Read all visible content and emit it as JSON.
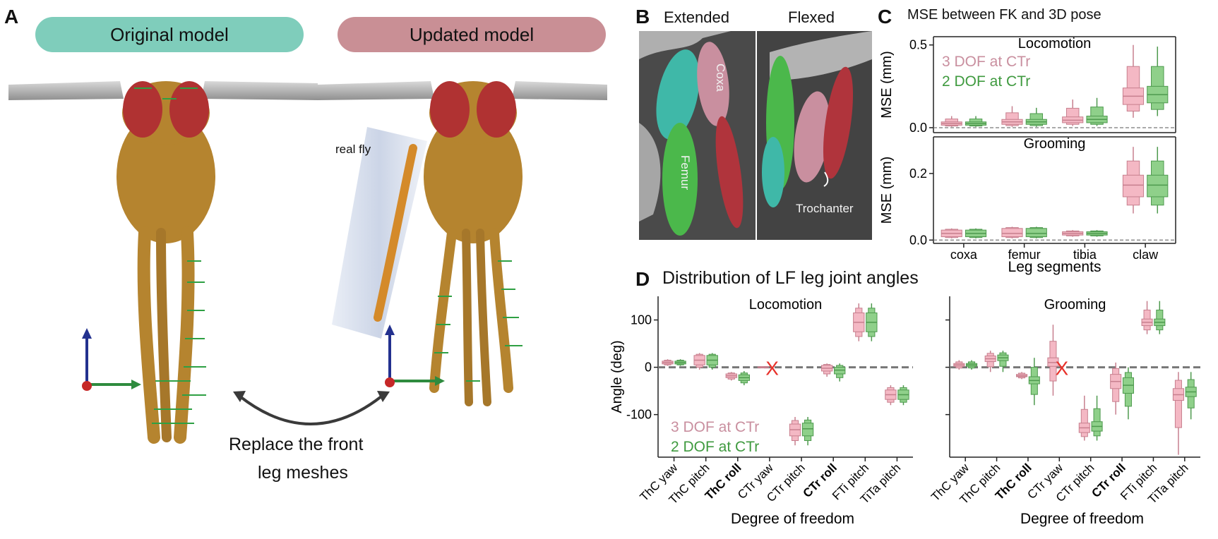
{
  "panels": {
    "a": "A",
    "b": "B",
    "c": "C",
    "d": "D"
  },
  "panel_a": {
    "original_label": "Original model",
    "updated_label": "Updated model",
    "real_fly_label": "real fly",
    "replace_caption_line1": "Replace the front",
    "replace_caption_line2": "leg meshes",
    "colors": {
      "original_pill": "#7fcdbb",
      "updated_pill": "#c98f95",
      "fly_body": "#b5842f",
      "eye": "#c0392b",
      "marker": "#2ea043"
    }
  },
  "panel_b": {
    "extended_label": "Extended",
    "flexed_label": "Flexed",
    "coxa_label": "Coxa",
    "femur_label": "Femur",
    "trochanter_label": "Trochanter"
  },
  "colors": {
    "dof3": "#f4b8c4",
    "dof3_edge": "#c77f8e",
    "dof2": "#8fd08a",
    "dof2_edge": "#4e9a4e",
    "dof3_text": "#c98f9f",
    "dof2_text": "#3f9a3f",
    "x_mark": "#e8312a"
  },
  "chart_data": [
    {
      "type": "boxen",
      "title": "MSE between FK and 3D pose",
      "subtitle": "Locomotion",
      "ylabel": "MSE (mm)",
      "ylim": [
        -0.03,
        0.55
      ],
      "yticks": [
        "0.0",
        "0.5"
      ],
      "categories": [
        "coxa",
        "femur",
        "tibia",
        "claw"
      ],
      "legend": [
        "3 DOF at CTr",
        "2 DOF at CTr"
      ],
      "series": [
        {
          "name": "3 DOF at CTr",
          "median": [
            0.025,
            0.035,
            0.045,
            0.19
          ],
          "q1": [
            0.015,
            0.02,
            0.03,
            0.14
          ],
          "q3": [
            0.035,
            0.05,
            0.065,
            0.24
          ],
          "min": [
            0.005,
            0.005,
            0.01,
            0.06
          ],
          "max": [
            0.07,
            0.13,
            0.17,
            0.5
          ]
        },
        {
          "name": "2 DOF at CTr",
          "median": [
            0.025,
            0.035,
            0.05,
            0.2
          ],
          "q1": [
            0.015,
            0.02,
            0.03,
            0.15
          ],
          "q3": [
            0.035,
            0.05,
            0.07,
            0.25
          ],
          "min": [
            0.005,
            0.005,
            0.01,
            0.07
          ],
          "max": [
            0.07,
            0.12,
            0.18,
            0.49
          ]
        }
      ]
    },
    {
      "type": "boxen",
      "subtitle": "Grooming",
      "ylabel": "MSE (mm)",
      "xlabel": "Leg segments",
      "ylim": [
        -0.01,
        0.31
      ],
      "yticks": [
        "0.0",
        "0.2"
      ],
      "categories": [
        "coxa",
        "femur",
        "tibia",
        "claw"
      ],
      "series": [
        {
          "name": "3 DOF at CTr",
          "median": [
            0.02,
            0.02,
            0.02,
            0.165
          ],
          "q1": [
            0.01,
            0.01,
            0.015,
            0.13
          ],
          "q3": [
            0.03,
            0.035,
            0.025,
            0.195
          ],
          "min": [
            0.005,
            0.005,
            0.01,
            0.08
          ],
          "max": [
            0.035,
            0.04,
            0.03,
            0.28
          ]
        },
        {
          "name": "2 DOF at CTr",
          "median": [
            0.02,
            0.02,
            0.02,
            0.165
          ],
          "q1": [
            0.01,
            0.01,
            0.015,
            0.13
          ],
          "q3": [
            0.03,
            0.035,
            0.025,
            0.195
          ],
          "min": [
            0.005,
            0.005,
            0.01,
            0.08
          ],
          "max": [
            0.035,
            0.04,
            0.03,
            0.28
          ]
        }
      ]
    },
    {
      "type": "boxen",
      "title": "Distribution of LF leg joint angles",
      "subtitle": "Locomotion",
      "ylabel": "Angle (deg)",
      "xlabel": "Degree of freedom",
      "ylim": [
        -190,
        150
      ],
      "yticks": [
        100,
        0,
        -100
      ],
      "categories": [
        "ThC yaw",
        "ThC pitch",
        "ThC roll",
        "CTr yaw",
        "CTr pitch",
        "CTr roll",
        "FTi pitch",
        "TiTa pitch"
      ],
      "bold_categories": [
        "ThC roll",
        "CTr roll"
      ],
      "legend": [
        "3 DOF at CTr",
        "2 DOF at CTr"
      ],
      "series": [
        {
          "name": "3 DOF at CTr",
          "median": [
            10,
            15,
            -18,
            0,
            -132,
            -2,
            95,
            -58
          ],
          "q1": [
            7,
            5,
            -22,
            -1,
            -145,
            -8,
            75,
            -68
          ],
          "q3": [
            13,
            25,
            -14,
            1,
            -120,
            4,
            115,
            -48
          ],
          "min": [
            3,
            -5,
            -28,
            -2,
            -165,
            -20,
            55,
            -80
          ],
          "max": [
            17,
            30,
            -10,
            2,
            -105,
            8,
            135,
            -38
          ]
        },
        {
          "name": "2 DOF at CTr",
          "median": [
            10,
            15,
            -22,
            null,
            -130,
            -6,
            95,
            -58
          ],
          "q1": [
            7,
            5,
            -28,
            null,
            -145,
            -14,
            75,
            -68
          ],
          "q3": [
            13,
            25,
            -16,
            null,
            -118,
            0,
            115,
            -48
          ],
          "min": [
            3,
            -5,
            -38,
            null,
            -165,
            -30,
            55,
            -80
          ],
          "max": [
            17,
            30,
            -8,
            null,
            -105,
            8,
            135,
            -38
          ]
        }
      ],
      "missing_marker": "X"
    },
    {
      "type": "boxen",
      "subtitle": "Grooming",
      "xlabel": "Degree of freedom",
      "ylim": [
        -190,
        150
      ],
      "categories": [
        "ThC yaw",
        "ThC pitch",
        "ThC roll",
        "CTr yaw",
        "CTr pitch",
        "CTr roll",
        "FTi pitch",
        "TiTa pitch"
      ],
      "bold_categories": [
        "ThC roll",
        "CTr roll"
      ],
      "series": [
        {
          "name": "3 DOF at CTr",
          "median": [
            5,
            18,
            -18,
            10,
            -128,
            -30,
            95,
            -58
          ],
          "q1": [
            2,
            12,
            -20,
            2,
            -138,
            -45,
            88,
            -70
          ],
          "q3": [
            8,
            24,
            -15,
            20,
            -118,
            -15,
            102,
            -45
          ],
          "min": [
            -5,
            -10,
            -25,
            -60,
            -155,
            -100,
            70,
            -185
          ],
          "max": [
            15,
            35,
            -10,
            90,
            -60,
            10,
            140,
            -10
          ]
        },
        {
          "name": "2 DOF at CTr",
          "median": [
            5,
            20,
            -28,
            null,
            -125,
            -38,
            95,
            -52
          ],
          "q1": [
            2,
            14,
            -35,
            null,
            -135,
            -55,
            88,
            -62
          ],
          "q3": [
            8,
            26,
            -20,
            null,
            -115,
            -22,
            102,
            -42
          ],
          "min": [
            -5,
            -10,
            -80,
            null,
            -155,
            -110,
            70,
            -110
          ],
          "max": [
            15,
            35,
            20,
            null,
            -60,
            0,
            140,
            -10
          ]
        }
      ],
      "missing_marker": "X"
    }
  ]
}
